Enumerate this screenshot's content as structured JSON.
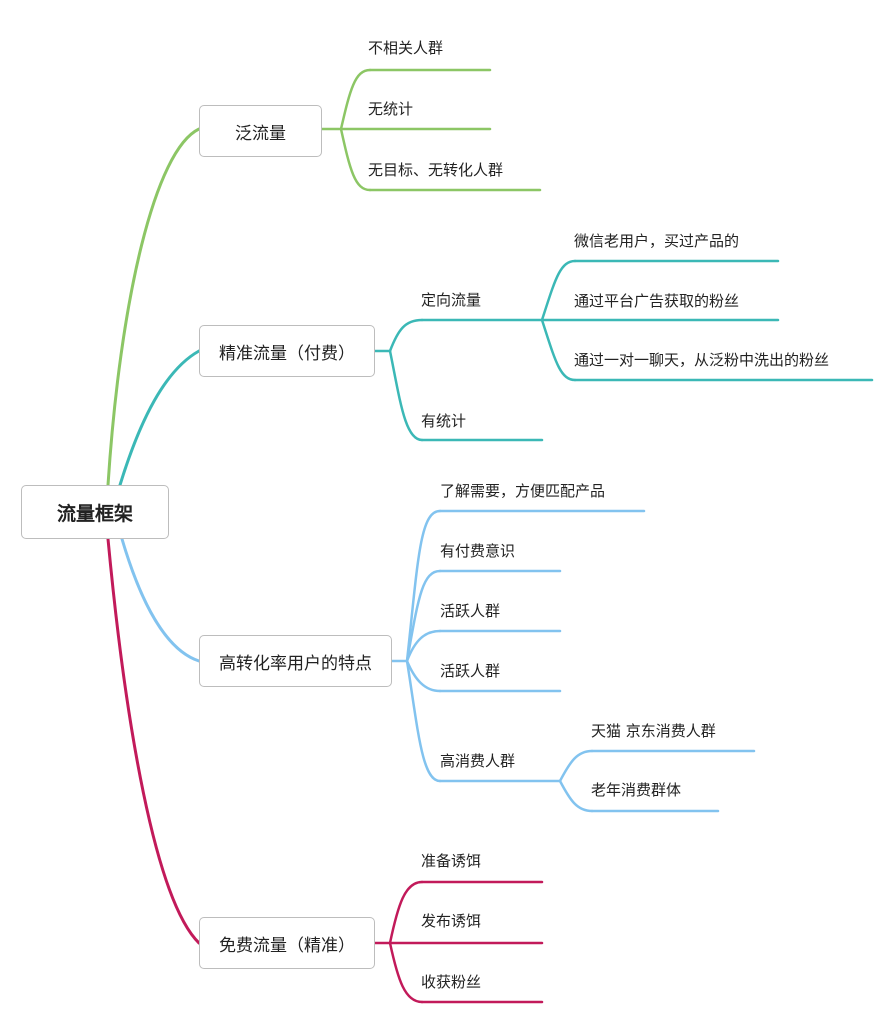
{
  "mindmap": {
    "root": {
      "label": "流量框架"
    },
    "branches": [
      {
        "label": "泛流量",
        "color": "#8cc665",
        "children": [
          {
            "label": "不相关人群"
          },
          {
            "label": "无统计"
          },
          {
            "label": "无目标、无转化人群"
          }
        ]
      },
      {
        "label": "精准流量（付费）",
        "color": "#3bb8b6",
        "children": [
          {
            "label": "定向流量",
            "children": [
              {
                "label": "微信老用户，买过产品的"
              },
              {
                "label": "通过平台广告获取的粉丝"
              },
              {
                "label": "通过一对一聊天，从泛粉中洗出的粉丝"
              }
            ]
          },
          {
            "label": "有统计"
          }
        ]
      },
      {
        "label": "高转化率用户的特点",
        "color": "#82c3ef",
        "children": [
          {
            "label": "了解需要，方便匹配产品"
          },
          {
            "label": "有付费意识"
          },
          {
            "label": "活跃人群"
          },
          {
            "label": "活跃人群"
          },
          {
            "label": "高消费人群",
            "children": [
              {
                "label": "天猫 京东消费人群"
              },
              {
                "label": "老年消费群体"
              }
            ]
          }
        ]
      },
      {
        "label": "免费流量（精准）",
        "color": "#c21a5a",
        "children": [
          {
            "label": "准备诱饵"
          },
          {
            "label": "发布诱饵"
          },
          {
            "label": "收获粉丝"
          }
        ]
      }
    ]
  }
}
